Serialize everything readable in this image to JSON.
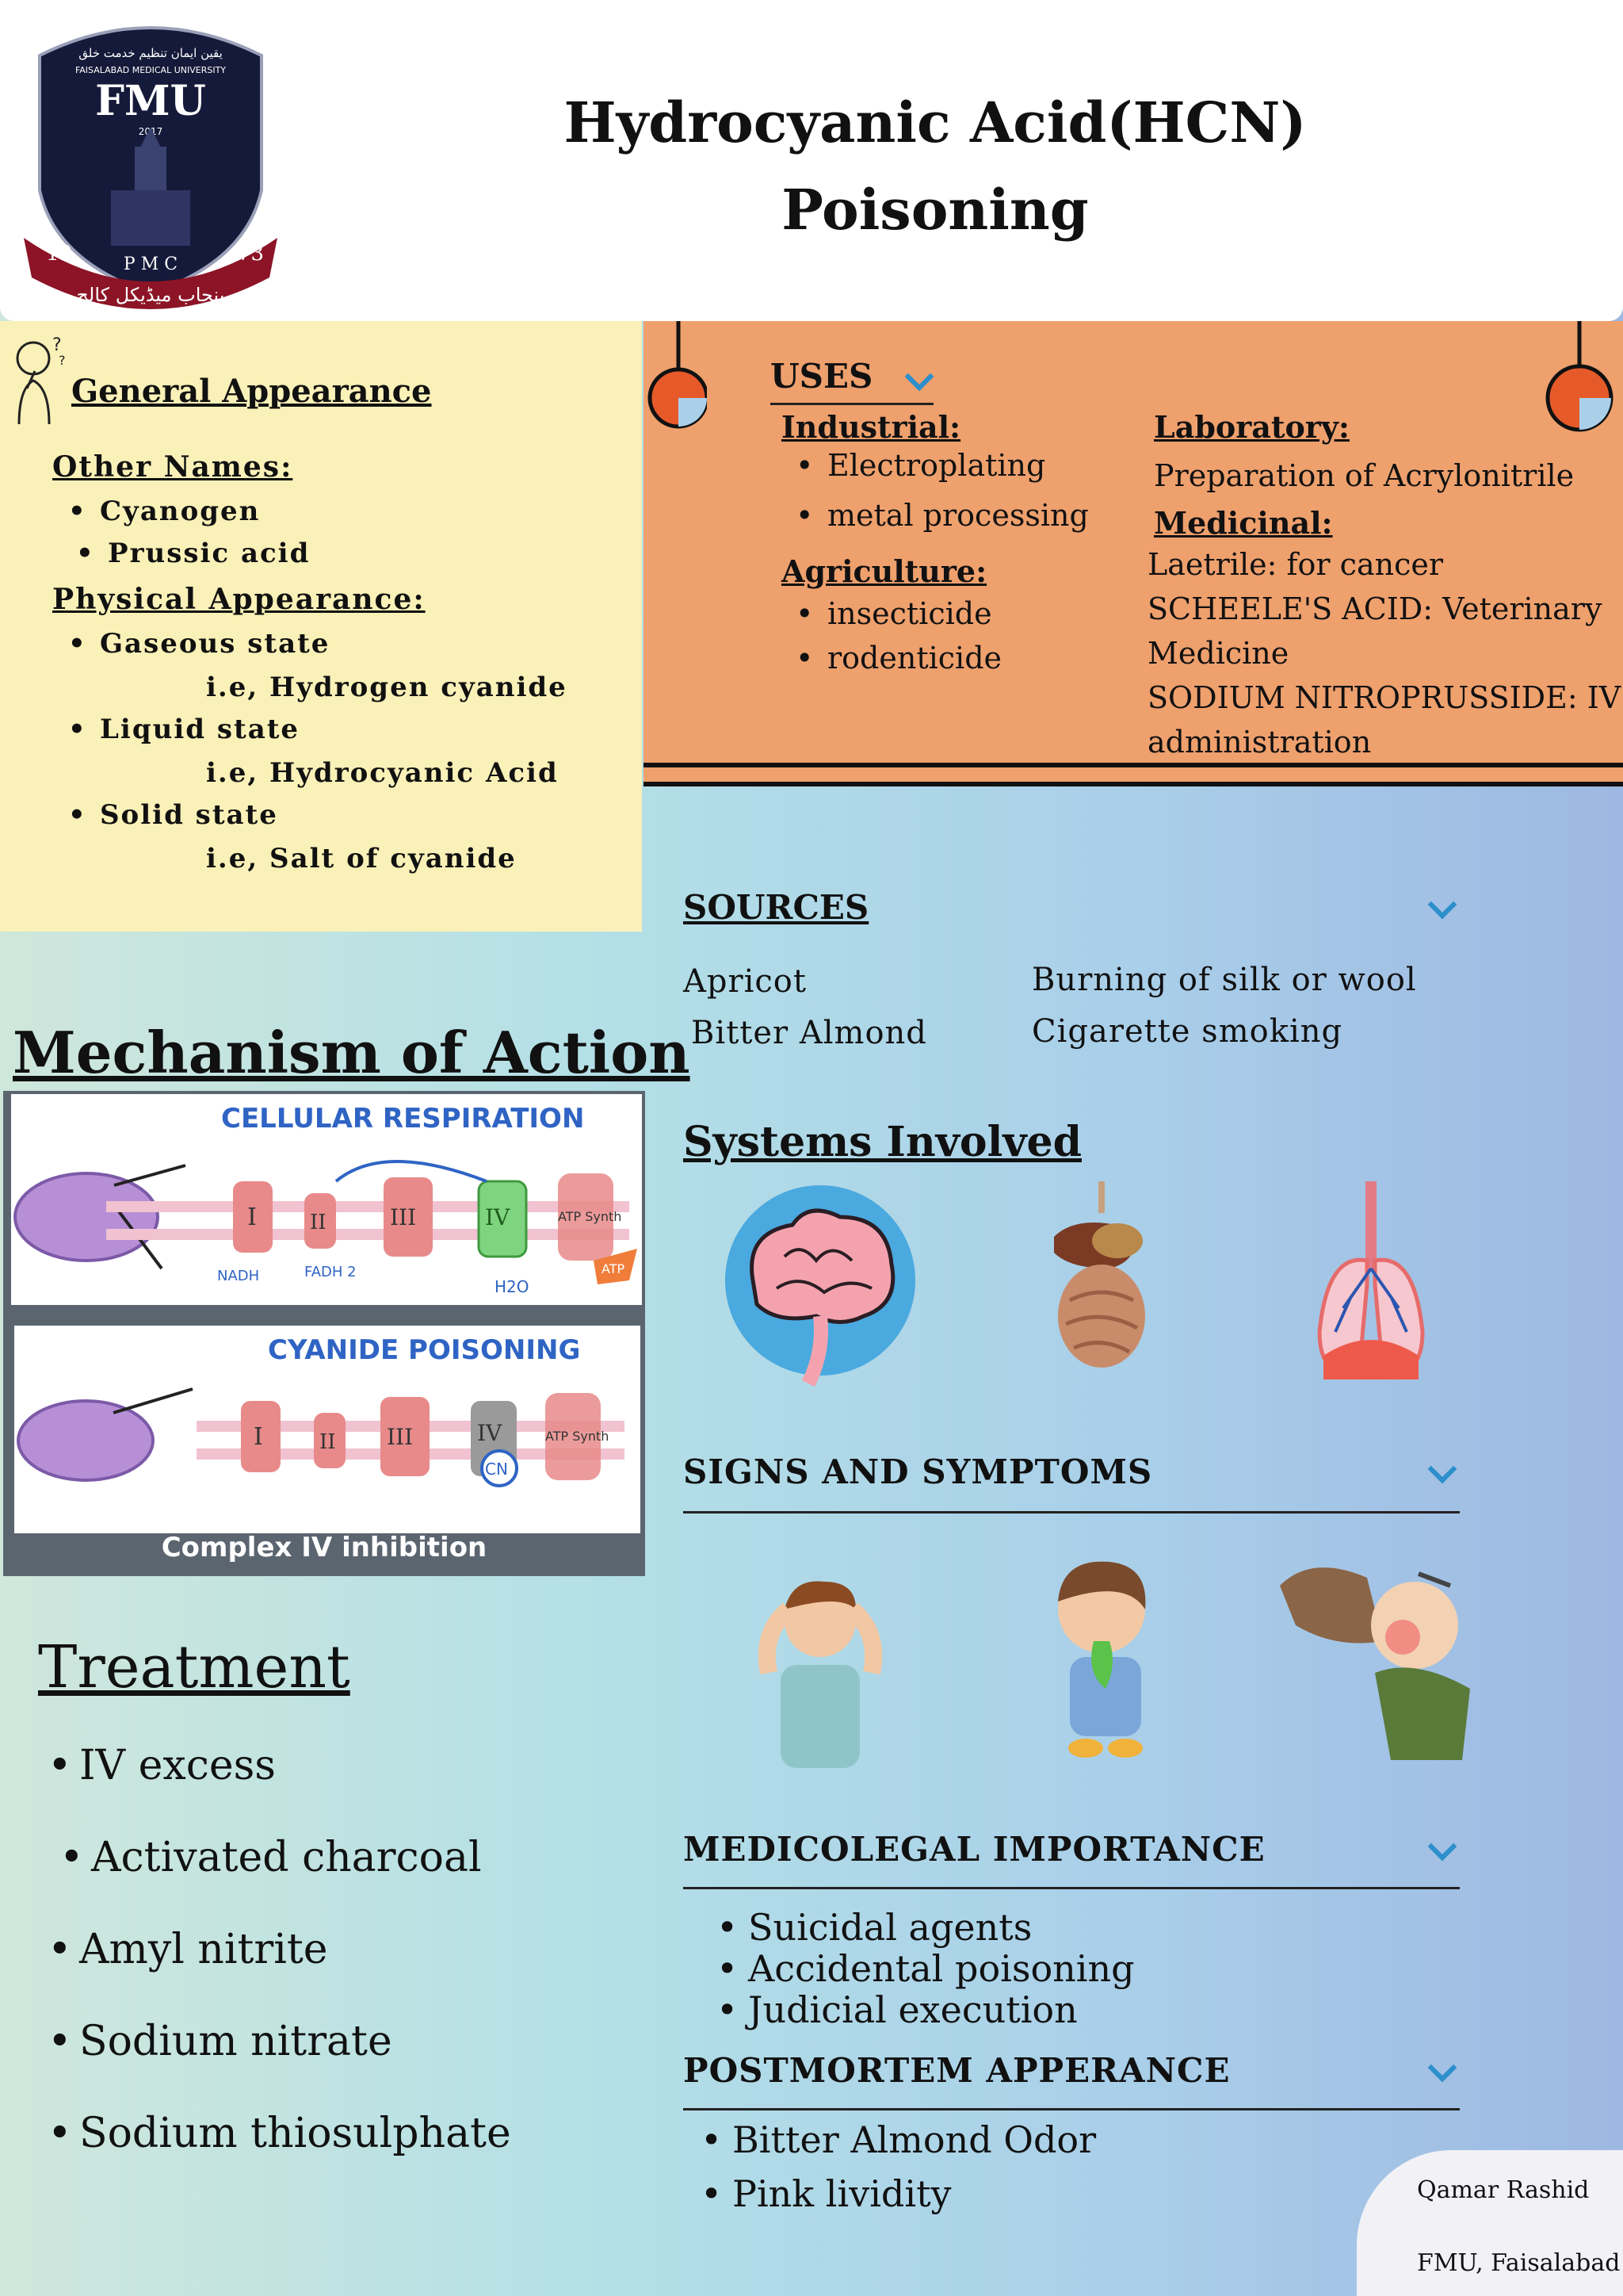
{
  "header": {
    "logo": {
      "top_text": "یقین ایمان تنظیم خدمت خلق",
      "university": "FAISALABAD MEDICAL UNIVERSITY",
      "abbr": "FMU",
      "year": "2017",
      "left_num": "19",
      "right_num": "73",
      "pmc": "P M C",
      "urdu": "پنجاب میڈیکل کالج"
    },
    "title_line1": "Hydrocyanic Acid(HCN)",
    "title_line2": "Poisoning"
  },
  "general": {
    "title": "General Appearance",
    "other_names_label": "Other Names:",
    "other_names": [
      "Cyanogen",
      "Prussic acid"
    ],
    "physical_label": "Physical Appearance:",
    "states": [
      {
        "name": "Gaseous state",
        "detail": "i.e, Hydrogen cyanide"
      },
      {
        "name": "Liquid state",
        "detail": "i.e, Hydrocyanic Acid"
      },
      {
        "name": "Solid state",
        "detail": "i.e, Salt of cyanide"
      }
    ]
  },
  "uses": {
    "title": "USES",
    "industrial_label": "Industrial:",
    "industrial": [
      "Electroplating",
      "metal processing"
    ],
    "agriculture_label": "Agriculture:",
    "agriculture": [
      "insecticide",
      "rodenticide"
    ],
    "laboratory_label": "Laboratory:",
    "laboratory": "Preparation of Acrylonitrile",
    "medicinal_label": "Medicinal:",
    "medicinal": [
      "Laetrile: for cancer",
      "SCHEELE'S ACID: Veterinary",
      "Medicine",
      "SODIUM NITROPRUSSIDE:  IV",
      "administration"
    ]
  },
  "sources": {
    "title": "SOURCES",
    "items": [
      "Apricot",
      "Bitter Almond",
      "Burning of silk or wool",
      "Cigarette smoking"
    ]
  },
  "systems": {
    "title": "Systems Involved"
  },
  "mechanism": {
    "title": "Mechanism of Action",
    "panel1": "CELLULAR RESPIRATION",
    "panel2": "CYANIDE POISONING",
    "caption": "Complex IV inhibition",
    "labels": {
      "c1": "I",
      "c2": "II",
      "c3": "III",
      "c4": "IV",
      "nadh": "NADH",
      "fadh": "FADH 2",
      "h2o": "H2O",
      "atp": "ATP",
      "atp_synth": "ATP Synth",
      "cn": "CN"
    }
  },
  "signs": {
    "title": "SIGNS AND SYMPTOMS"
  },
  "treatment": {
    "title": "Treatment",
    "items": [
      "IV excess",
      "Activated charcoal",
      "Amyl nitrite",
      "Sodium nitrate",
      "Sodium thiosulphate"
    ]
  },
  "medicolegal": {
    "title": "MEDICOLEGAL IMPORTANCE",
    "items": [
      "Suicidal agents",
      "Accidental poisoning",
      "Judicial execution"
    ]
  },
  "postmortem": {
    "title": "POSTMORTEM APPERANCE",
    "items": [
      "Bitter Almond Odor",
      "Pink lividity"
    ]
  },
  "credit": {
    "name": "Qamar Rashid",
    "org": "FMU, Faisalabad"
  },
  "colors": {
    "uses_bg": "#eea06d",
    "gen_bg": "#faf1b8",
    "chevron": "#2d8fcb"
  }
}
